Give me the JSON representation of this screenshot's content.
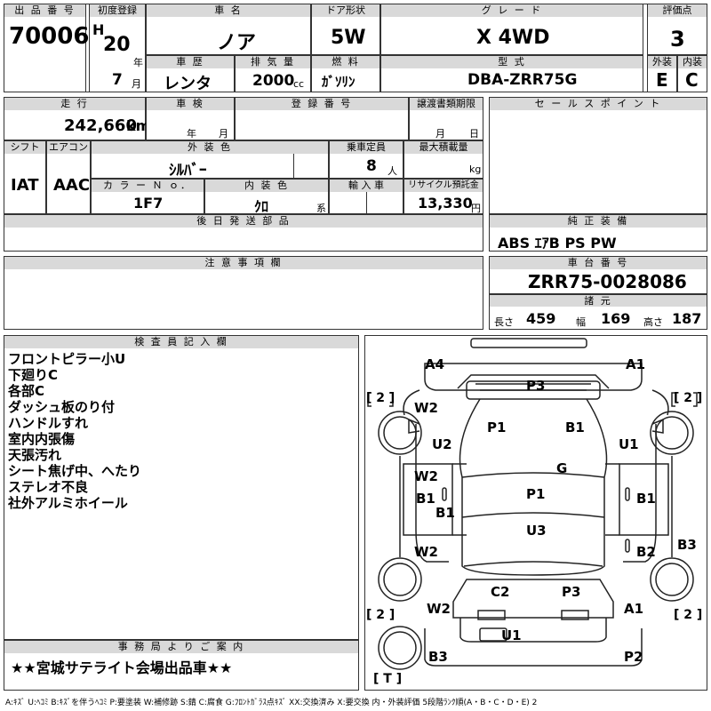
{
  "lot": {
    "label": "出 品 番 号",
    "value": "70006"
  },
  "first_reg": {
    "label": "初度登録",
    "era": "H",
    "year": "20",
    "year_unit": "年",
    "month": "7",
    "month_unit": "月"
  },
  "car_name": {
    "label": "車 名",
    "value": "ノア"
  },
  "door": {
    "label": "ドア形状",
    "value": "5W"
  },
  "grade": {
    "label": "グ レ ー ド",
    "value": "X 4WD"
  },
  "score": {
    "label": "評価点",
    "value": "3"
  },
  "history": {
    "label": "車 歴",
    "value": "レンタ"
  },
  "displacement": {
    "label": "排 気 量",
    "value": "2000",
    "unit": "cc"
  },
  "fuel": {
    "label": "燃 料",
    "value": "ｶﾞｿﾘﾝ"
  },
  "model": {
    "label": "型 式",
    "value": "DBA-ZRR75G"
  },
  "ext_grade": {
    "label": "外装",
    "value": "E"
  },
  "int_grade": {
    "label": "内装",
    "value": "C"
  },
  "mileage": {
    "label": "走 行",
    "value": "242,660",
    "unit": "km"
  },
  "inspection": {
    "label": "車 検",
    "year_unit": "年",
    "month_unit": "月"
  },
  "reg_no": {
    "label": "登 録 番 号"
  },
  "transfer": {
    "label": "譲渡書類期限",
    "month_unit": "月",
    "day_unit": "日"
  },
  "sales_point": {
    "label": "セ ー ル ス ポ イ ン ト"
  },
  "shift": {
    "label": "シフト",
    "value": "IAT"
  },
  "aircon": {
    "label": "エアコン",
    "value": "AAC"
  },
  "ext_color": {
    "label": "外 装 色",
    "value": "ｼﾙﾊﾞｰ"
  },
  "capacity": {
    "label": "乗車定員",
    "value": "8",
    "unit": "人"
  },
  "max_load": {
    "label": "最大積載量",
    "unit": "kg"
  },
  "color_no": {
    "label": "カ ラ ー Ｎ ｏ．",
    "value": "1F7"
  },
  "int_color": {
    "label": "内 装 色",
    "value": "ｸﾛ",
    "unit": "系"
  },
  "import": {
    "label": "輸 入 車"
  },
  "recycle": {
    "label": "リサイクル預託金",
    "value": "13,330",
    "unit": "円"
  },
  "later_parts": {
    "label": "後 日 発 送 部 品"
  },
  "equipment": {
    "label": "純 正 装 備",
    "value": "ABS ｴｱB PS PW"
  },
  "remarks": {
    "label": "注 意 事 項 欄"
  },
  "chassis": {
    "label": "車 台 番 号",
    "value": "ZRR75-0028086"
  },
  "specs": {
    "label": "諸 元",
    "length_label": "長さ",
    "length": "459",
    "width_label": "幅",
    "width": "169",
    "height_label": "高さ",
    "height": "187"
  },
  "inspector": {
    "label": "検 査 員 記 入 欄",
    "notes": [
      "フロントピラー小U",
      "下廻りC",
      "各部C",
      "ダッシュ板のり付",
      "ハンドルすれ",
      "室内内張傷",
      "天張汚れ",
      "シート焦げ中、へたり",
      "ステレオ不良",
      "社外アルミホイール"
    ]
  },
  "office": {
    "label": "事 務 局 よ り ご 案 内",
    "value": "★★宮城サテライト会場出品車★★"
  },
  "diagram": {
    "marks": [
      "A4",
      "A1",
      "P3",
      "W2",
      "U2",
      "P1",
      "B1",
      "U1",
      "G",
      "W2",
      "B1",
      "P1",
      "B1",
      "B1",
      "U3",
      "W2",
      "B2",
      "B3",
      "C2",
      "P3",
      "W2",
      "A1",
      "U1",
      "B3",
      "P2"
    ],
    "tire_labels": [
      "[ 2 ]",
      "[ 2 ]",
      "[ 2 ]",
      "[ 2 ]",
      "[ T ]"
    ]
  },
  "legend": "A:ｷｽﾞ U:ﾍｺﾐ B:ｷｽﾞを伴うﾍｺﾐ P:要塗装 W:補修跡 S:錆 C:腐食 G:ﾌﾛﾝﾄｶﾞﾗｽ点ｷｽﾞ XX:交換済み X:要交換 内・外装評価 5段階ﾗﾝｸ順(A・B・C・D・E) 2"
}
